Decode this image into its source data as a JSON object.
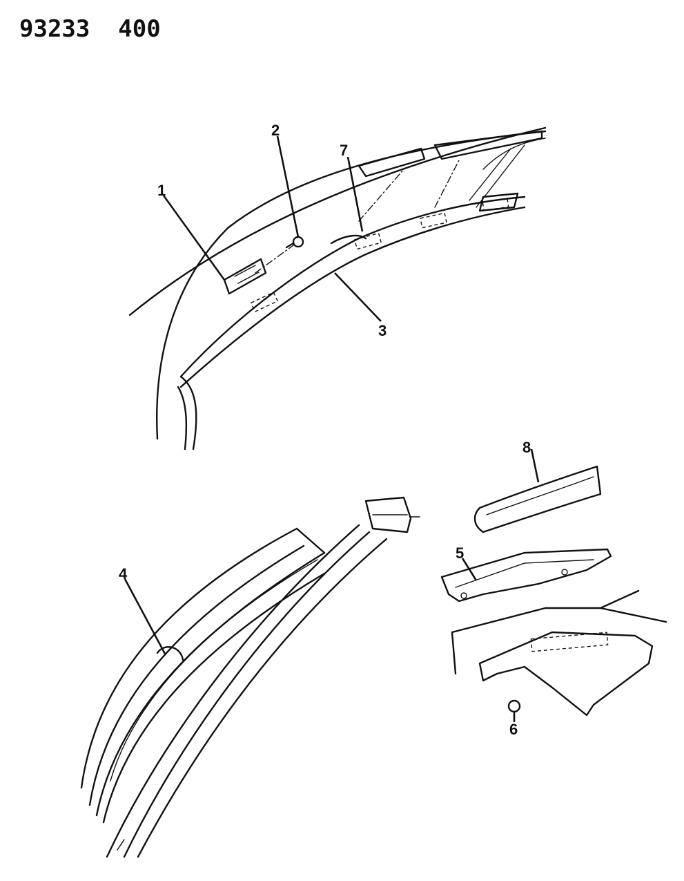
{
  "header": {
    "code": "93233  400"
  },
  "callouts": [
    "1",
    "2",
    "3",
    "4",
    "5",
    "6",
    "7",
    "8"
  ]
}
